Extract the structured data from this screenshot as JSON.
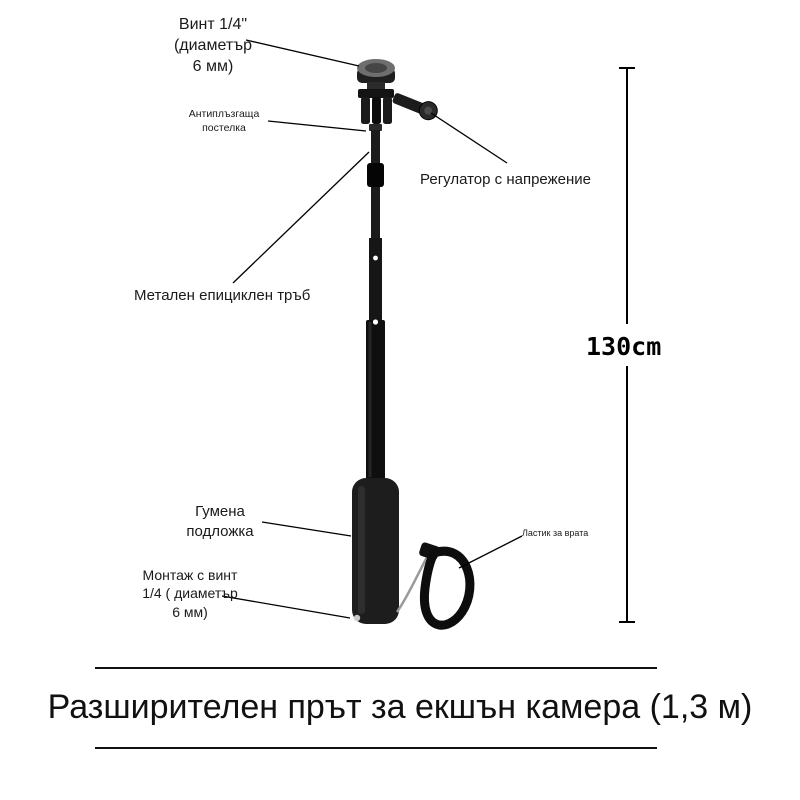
{
  "page": {
    "title": "Разширителен прът за екшън камера (1,3 м)",
    "measurement": "130cm"
  },
  "labels": {
    "screw_top": "Винт 1/4\"\n(диаметър\n6 мм)",
    "antislip_pad": "Антиплъзгаща\nпостелка",
    "tension_regulator": "Регулатор с напрежение",
    "metal_tube": "Метален епициклен тръб",
    "rubber_grip": "Гумена\nподложка",
    "bottom_mount": "Монтаж с винт\n1/4 ( диаметър\n6 мм)",
    "neck_strap": "Ластик за врата"
  },
  "colors": {
    "background": "#ffffff",
    "text": "#1a1a1a",
    "stick_dark": "#111111",
    "annotation_line": "#000000"
  }
}
